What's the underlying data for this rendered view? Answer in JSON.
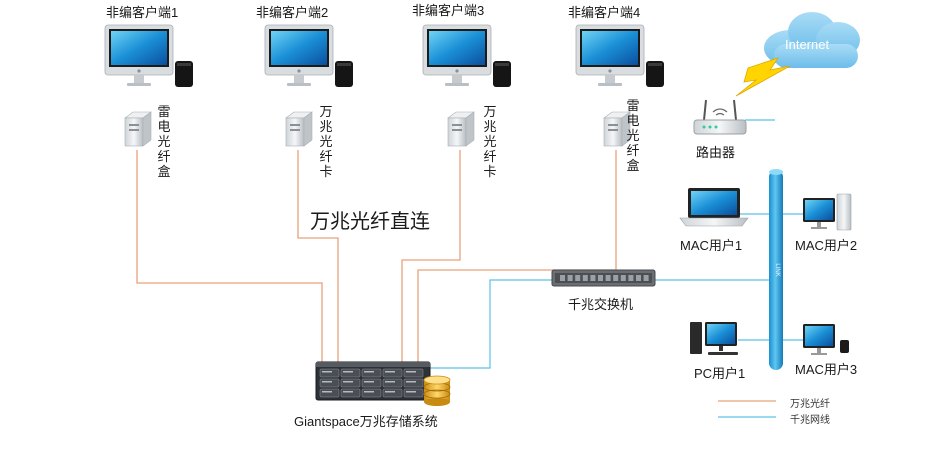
{
  "clients": [
    {
      "name": "非编客户端1",
      "adapter": "雷电光纤盒"
    },
    {
      "name": "非编客户端2",
      "adapter": "万兆光纤卡"
    },
    {
      "name": "非编客户端3",
      "adapter": "万兆光纤卡"
    },
    {
      "name": "非编客户端4",
      "adapter": "雷电光纤盒"
    }
  ],
  "center_label": "万兆光纤直连",
  "storage_label": "Giantspace万兆存储系统",
  "switch_label": "千兆交换机",
  "router_label": "路由器",
  "cloud_label": "Internet",
  "users": {
    "mac1": "MAC用户1",
    "mac2": "MAC用户2",
    "pc1": "PC用户1",
    "mac3": "MAC用户3"
  },
  "legend": {
    "fiber": "万兆光纤",
    "ethernet": "千兆网线"
  },
  "colors": {
    "fiber": "#e8a27a",
    "ethernet": "#5bc0e8",
    "backbone": "#29a3df"
  }
}
